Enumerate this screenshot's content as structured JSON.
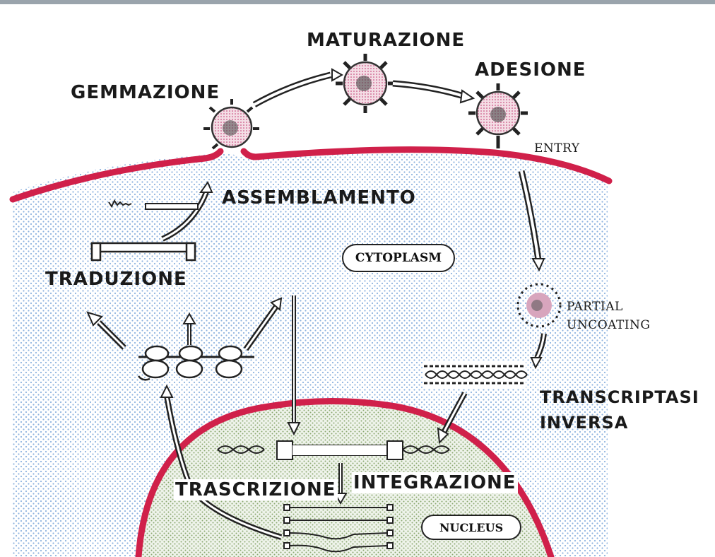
{
  "labels": {
    "maturazione": "MATURAZIONE",
    "adesione": "ADESIONE",
    "gemmazione": "GEMMAZIONE",
    "entry": "ENTRY",
    "assemblamento": "ASSEMBLAMENTO",
    "cytoplasm": "CYTOPLASM",
    "traduzione": "TRADUZIONE",
    "partial": "PARTIAL",
    "uncoating": "UNCOATING",
    "transcriptasi": "TRANSCRIPTASI",
    "inversa": "INVERSA",
    "trascrizione": "TRASCRIZIONE",
    "integrazione": "INTEGRAZIONE",
    "nucleus": "NUCLEUS"
  },
  "colors": {
    "membrane": "#d0204a",
    "cytoplasm_dots": "#8fb3df",
    "nucleus_dots": "#8aa870",
    "virion_fill": "#e7c9d3"
  }
}
